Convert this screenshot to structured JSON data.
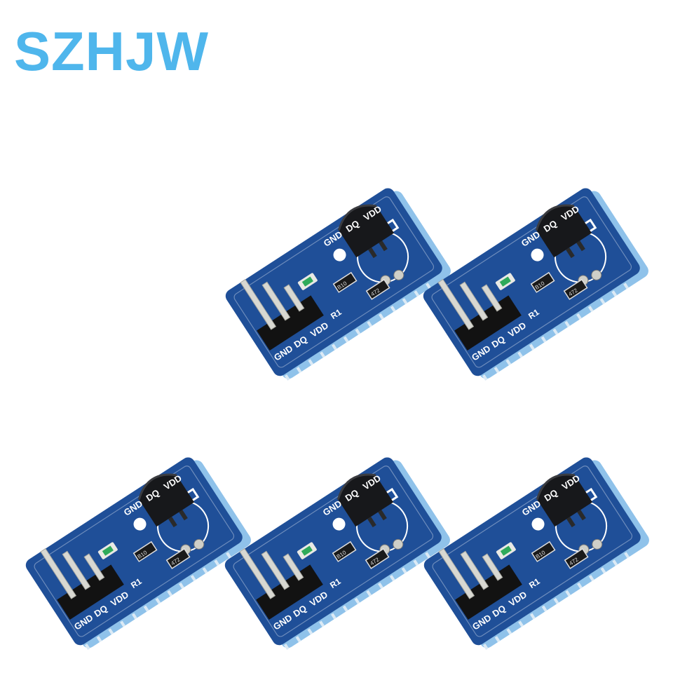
{
  "brand": {
    "name": "SZHJW",
    "color": "#4fb6ec"
  },
  "board": {
    "top_labels": [
      "GND",
      "DQ",
      "VDD"
    ],
    "bottom_labels": [
      "GND",
      "DQ",
      "VDD"
    ],
    "resistor_label": "R1",
    "resistor_codes": [
      "B10",
      "472"
    ]
  },
  "colors": {
    "pcb": "#1f4f98",
    "pcb_edge": "#9ec8ea",
    "sensor": "#17181b",
    "pin_metal": "#d8d8d2",
    "header": "#121212",
    "silkscreen": "#ffffff"
  },
  "modules": [
    {
      "name": "module-1"
    },
    {
      "name": "module-2"
    },
    {
      "name": "module-3"
    },
    {
      "name": "module-4"
    },
    {
      "name": "module-5"
    }
  ]
}
